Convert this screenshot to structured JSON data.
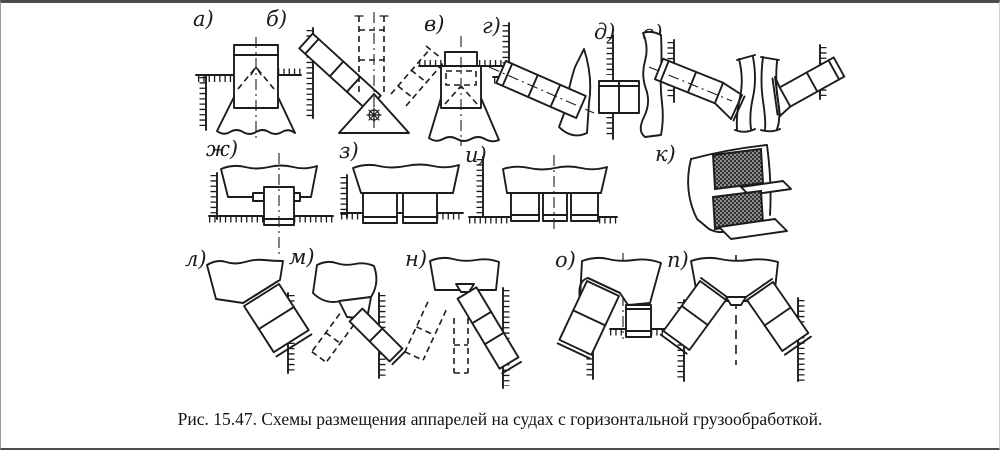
{
  "figure": {
    "caption": "Рис. 15.47. Схемы размещения аппарелей на судах с горизонтальной грузообработкой.",
    "subfigures": [
      {
        "id": "a",
        "label": "а)"
      },
      {
        "id": "b",
        "label": "б)"
      },
      {
        "id": "v",
        "label": "в)"
      },
      {
        "id": "g",
        "label": "г)"
      },
      {
        "id": "d",
        "label": "д)"
      },
      {
        "id": "e",
        "label": "е)"
      },
      {
        "id": "zh",
        "label": "ж)"
      },
      {
        "id": "z",
        "label": "з)"
      },
      {
        "id": "i",
        "label": "и)"
      },
      {
        "id": "k",
        "label": "к)"
      },
      {
        "id": "l",
        "label": "л)"
      },
      {
        "id": "m",
        "label": "м)"
      },
      {
        "id": "n",
        "label": "н)"
      },
      {
        "id": "o",
        "label": "о)"
      },
      {
        "id": "p",
        "label": "п)"
      }
    ],
    "colors": {
      "ink": "#1c1c1c",
      "paper": "#ffffff",
      "frame": "#4d4d4d"
    }
  }
}
